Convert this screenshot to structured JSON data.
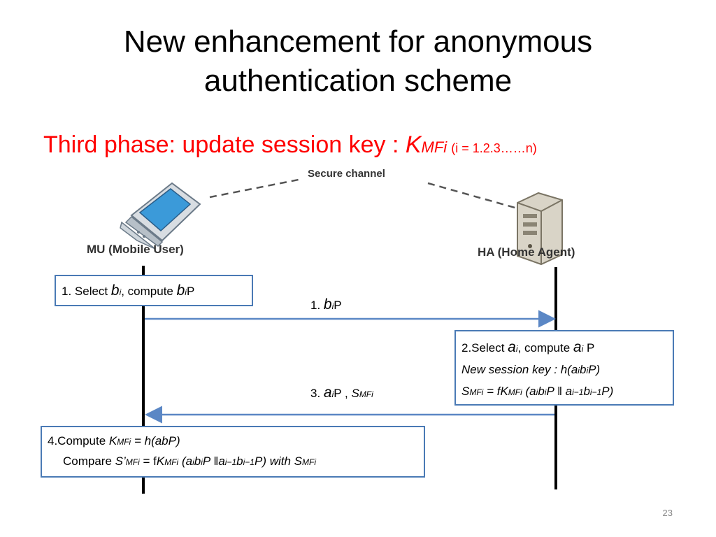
{
  "slide": {
    "title_line1": "New enhancement for anonymous",
    "title_line2": "authentication scheme",
    "subtitle_text": "Third phase: update session key : ",
    "subtitle_key": "K",
    "subtitle_key_sub": "MFi",
    "subtitle_range": "(i = 1.2.3……n)",
    "page_number": "23"
  },
  "figure": {
    "channel_label": "Secure channel",
    "mu_label": "MU (Mobile User)",
    "ha_label": "HA (Home Agent)"
  },
  "steps": {
    "step1_box": {
      "a": "1. Select ",
      "b": "b",
      "i": "i",
      "c": ", compute ",
      "d": "b",
      "e": "i",
      "f": "P"
    },
    "msg1": {
      "a": "1. ",
      "b": "b",
      "i": "i",
      "c": "P"
    },
    "step2_box": {
      "line1_a": "2.Select ",
      "line1_b": "a",
      "line1_i": "i",
      "line1_c": ", compute ",
      "line1_d": "a",
      "line1_e": "i",
      "line1_f": " P",
      "line2": "New session key : h(a",
      "line2_i1": "i",
      "line2_b": "b",
      "line2_i2": "i",
      "line2_end": "P)",
      "line3_a": "S",
      "line3_mfi": "MFi",
      "line3_b": " = f",
      "line3_k": "K",
      "line3_kmfi": "MFi",
      "line3_c": " (a",
      "line3_i1": "i",
      "line3_d": "b",
      "line3_i2": "i",
      "line3_e": "P ‖ a",
      "line3_i3": "i−1",
      "line3_f": "b",
      "line3_i4": "i−1",
      "line3_g": "P)"
    },
    "msg3": {
      "a": "3. ",
      "b": "a",
      "i": "i",
      "c": "P , ",
      "d": "S",
      "e": "MFi"
    },
    "step4_box": {
      "line1_a": "4.Compute ",
      "line1_k": "K",
      "line1_mfi": "MFi",
      "line1_b": "  = h(abP)",
      "line2_a": "Compare ",
      "line2_s": "S’",
      "line2_mfi": "MFi",
      "line2_b": " = f",
      "line2_k": "K",
      "line2_kmfi": "MFi",
      "line2_c": " (a",
      "line2_i1": "i",
      "line2_d": "b",
      "line2_i2": "i",
      "line2_e": "P ‖a",
      "line2_i3": "i−1",
      "line2_f": "b",
      "line2_i4": "i−1",
      "line2_g": "P) with S",
      "line2_smfi": "MFi"
    }
  },
  "colors": {
    "title": "#000000",
    "subtitle": "#ff0000",
    "box_border": "#4a7ab5",
    "arrow": "#5b87c5",
    "lifeline": "#000000"
  },
  "icons": [
    "mobile-phone-icon",
    "server-computer-icon"
  ]
}
